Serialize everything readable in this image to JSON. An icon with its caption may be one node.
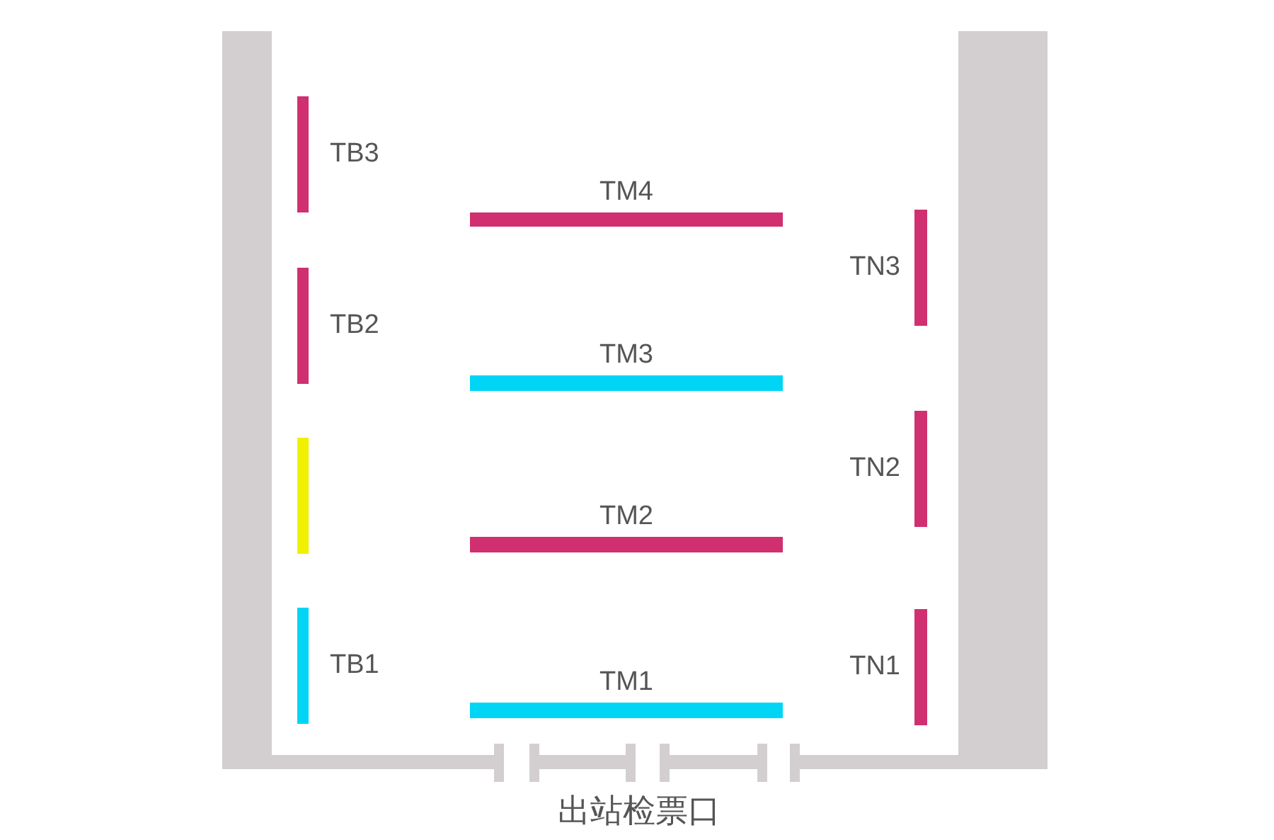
{
  "diagram": {
    "nodes": [
      {
        "text": [
          "TB3"
        ]
      },
      {
        "text": [
          "TB2"
        ]
      },
      {
        "text": [],
        "shape": "bar"
      },
      {
        "text": [
          "TB1"
        ]
      },
      {
        "text": [
          "TM4"
        ]
      },
      {
        "text": [
          "TM3"
        ]
      },
      {
        "text": [
          "TM2"
        ]
      },
      {
        "text": [
          "TM1"
        ]
      },
      {
        "text": [
          "TN3"
        ]
      },
      {
        "text": [
          "TN2"
        ]
      },
      {
        "text": [
          "TN1"
        ]
      }
    ],
    "labels": [
      "出站检票口"
    ]
  }
}
